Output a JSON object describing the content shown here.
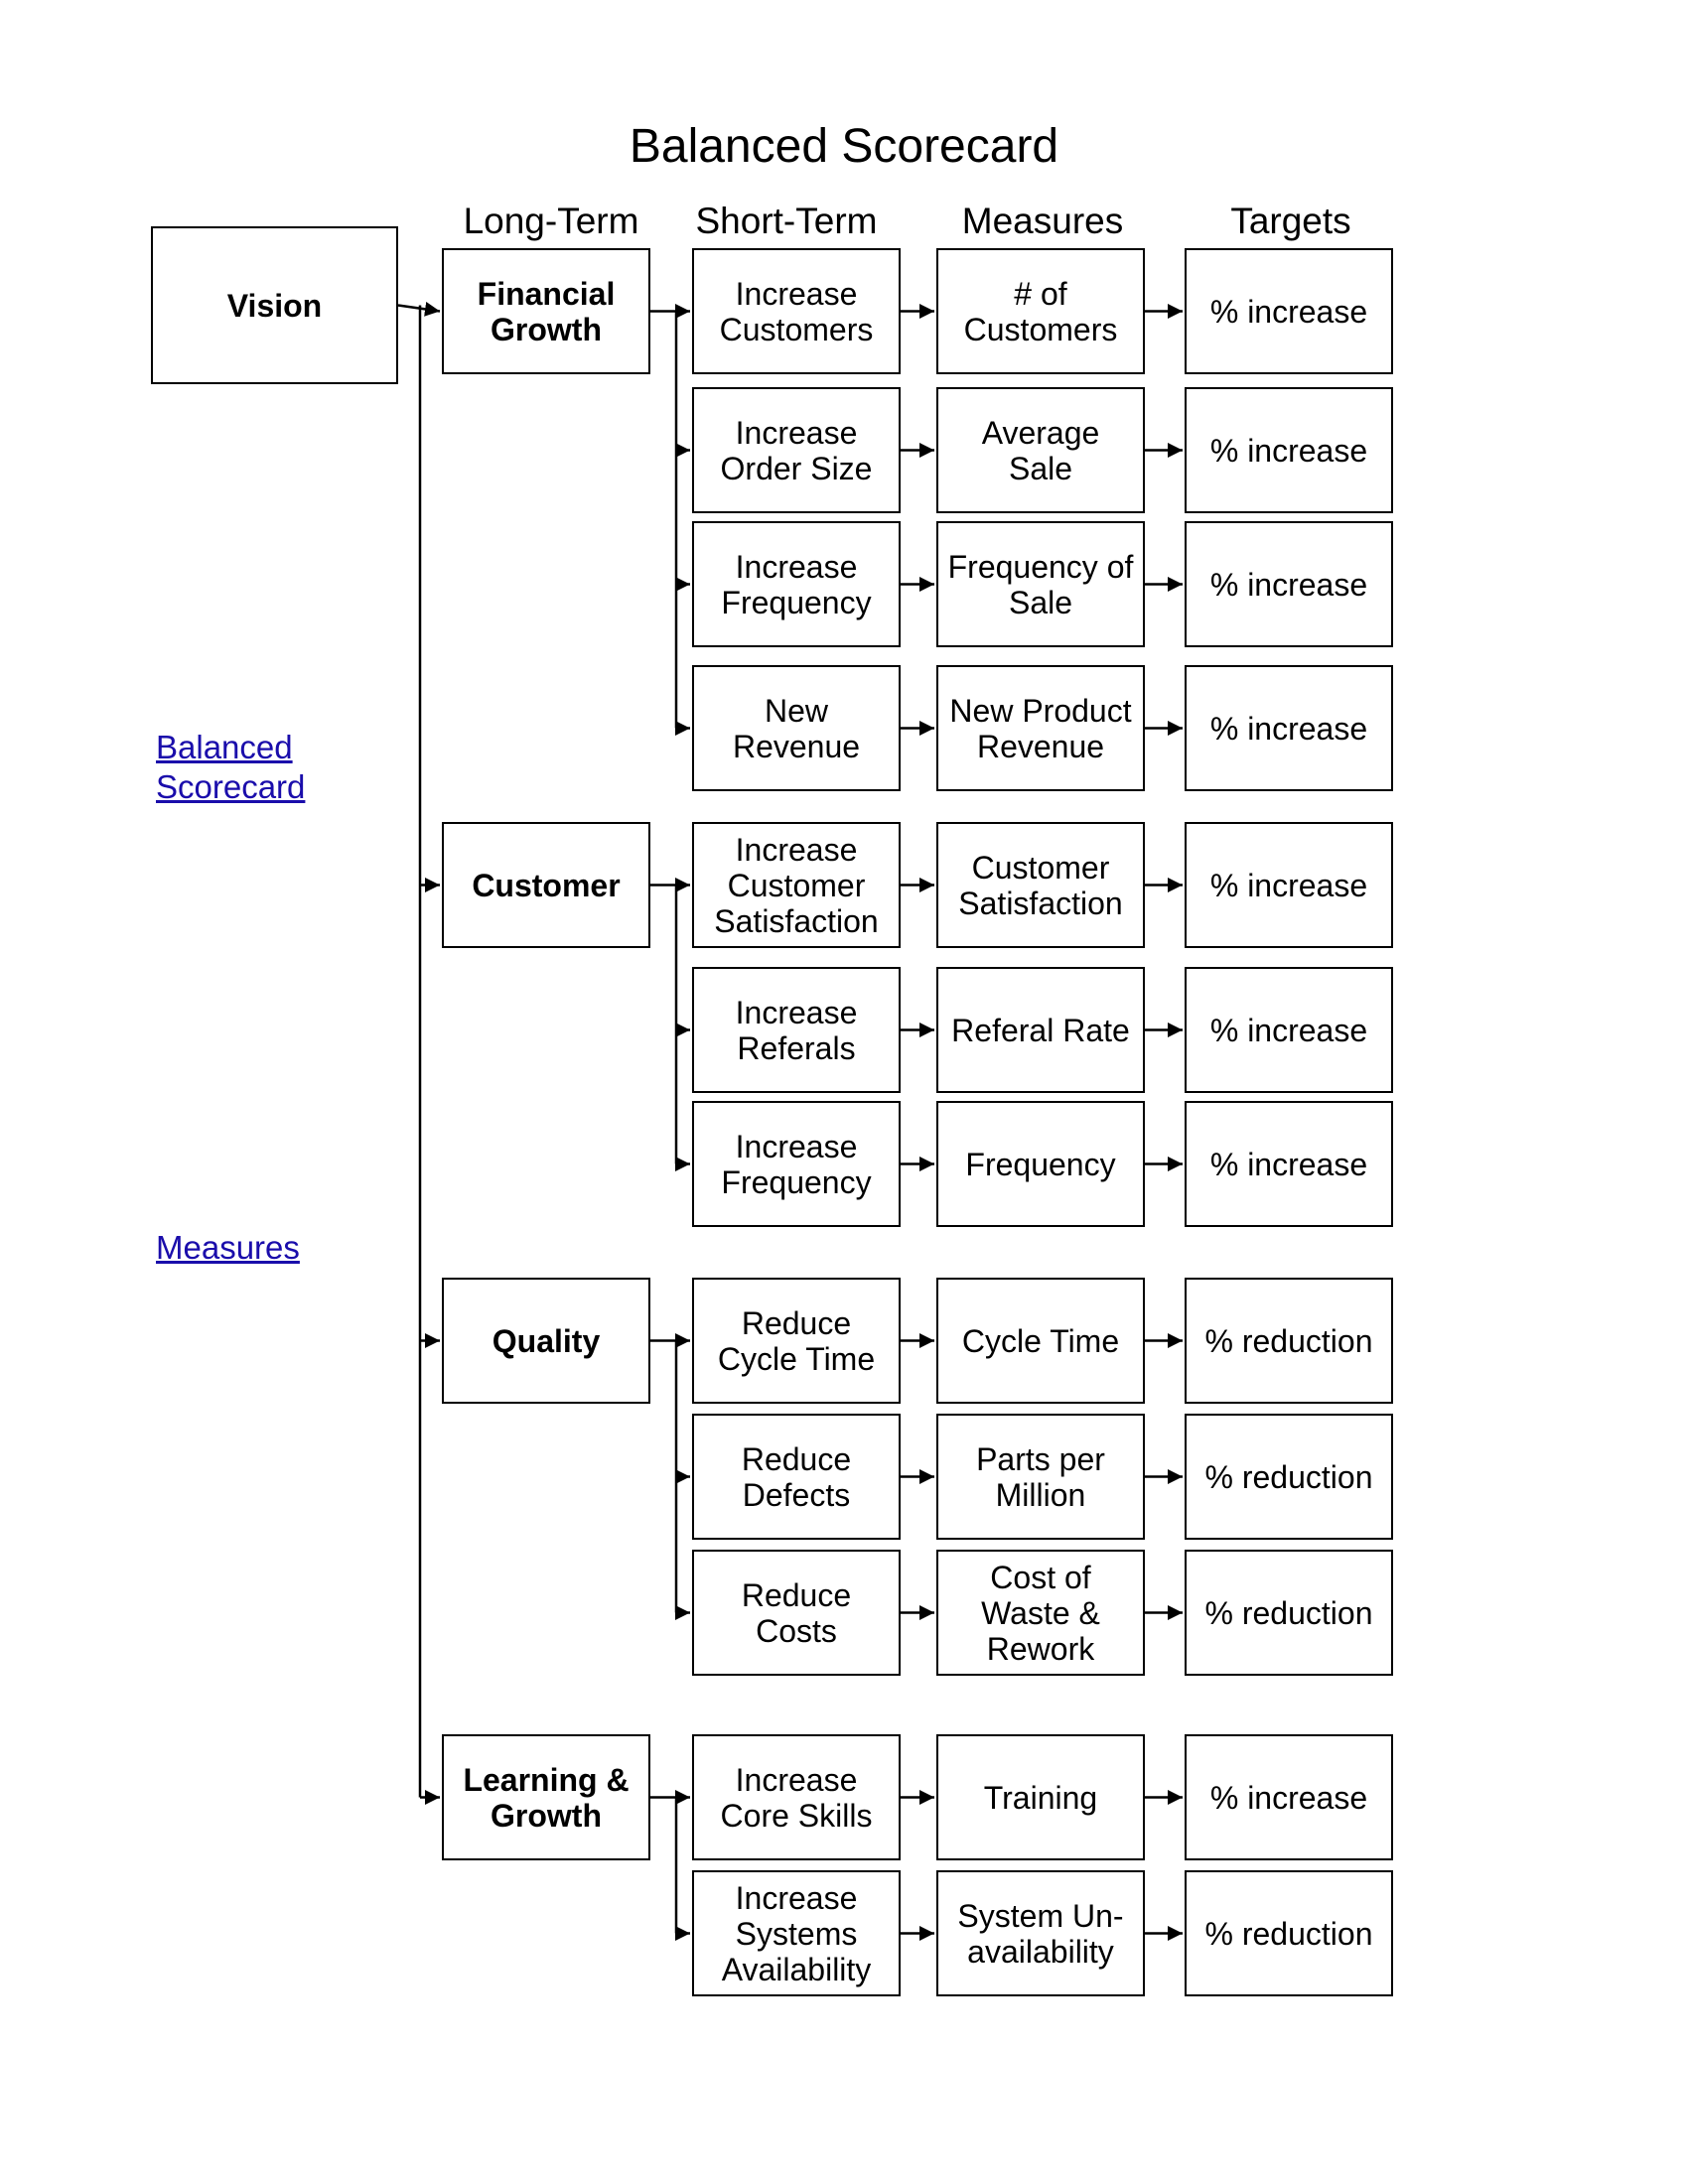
{
  "title": "Balanced Scorecard",
  "columns": {
    "long_term": "Long-Term",
    "short_term": "Short-Term",
    "measures": "Measures",
    "targets": "Targets"
  },
  "vision": "Vision",
  "links": {
    "balanced_scorecard": "Balanced \nScorecard",
    "measures": "Measures"
  },
  "groups": [
    {
      "long_term": "Financial\nGrowth",
      "rows": [
        {
          "short_term": "Increase\nCustomers",
          "measure": "# of\nCustomers",
          "target": "% increase"
        },
        {
          "short_term": "Increase\nOrder Size",
          "measure": "Average\nSale",
          "target": "% increase"
        },
        {
          "short_term": "Increase\nFrequency",
          "measure": "Frequency of\nSale",
          "target": "% increase"
        },
        {
          "short_term": "New\nRevenue",
          "measure": "New Product\nRevenue",
          "target": "% increase"
        }
      ]
    },
    {
      "long_term": "Customer",
      "rows": [
        {
          "short_term": "Increase\nCustomer\nSatisfaction",
          "measure": "Customer\nSatisfaction",
          "target": "% increase"
        },
        {
          "short_term": "Increase\nReferals",
          "measure": "Referal Rate",
          "target": "% increase"
        },
        {
          "short_term": "Increase\nFrequency",
          "measure": "Frequency",
          "target": "% increase"
        }
      ]
    },
    {
      "long_term": "Quality",
      "rows": [
        {
          "short_term": "Reduce\nCycle Time",
          "measure": "Cycle Time",
          "target": "% reduction"
        },
        {
          "short_term": "Reduce\nDefects",
          "measure": "Parts per\nMillion",
          "target": "% reduction"
        },
        {
          "short_term": "Reduce\nCosts",
          "measure": "Cost of\nWaste &\nRework",
          "target": "% reduction"
        }
      ]
    },
    {
      "long_term": "Learning &\nGrowth",
      "rows": [
        {
          "short_term": "Increase\nCore Skills",
          "measure": "Training",
          "target": "% increase"
        },
        {
          "short_term": "Increase\nSystems\nAvailability",
          "measure": "System Un-\navailability",
          "target": "% reduction"
        }
      ]
    }
  ]
}
